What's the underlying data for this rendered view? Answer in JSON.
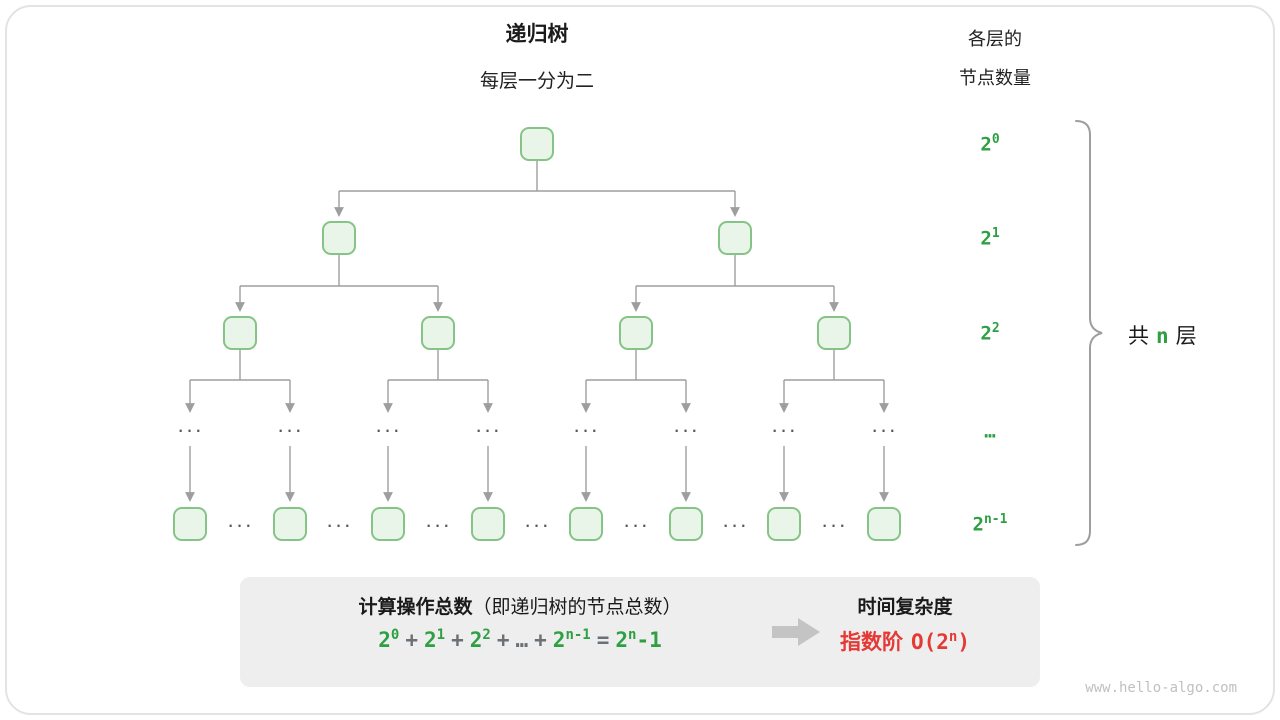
{
  "header": {
    "title": "递归树",
    "subtitle": "每层一分为二",
    "right_title_line1": "各层的",
    "right_title_line2": "节点数量"
  },
  "tree": {
    "ellipsis": "...",
    "level_labels": [
      {
        "base": "2",
        "sup": "0"
      },
      {
        "base": "2",
        "sup": "1"
      },
      {
        "base": "2",
        "sup": "2"
      },
      {
        "base": "…",
        "sup": ""
      },
      {
        "base": "2",
        "sup": "n-1"
      }
    ]
  },
  "brace_label": {
    "pre": "共",
    "n": "n",
    "post": "层"
  },
  "summary": {
    "calc_title_bold": "计算操作总数",
    "calc_title_paren": "（即递归树的节点总数）",
    "formula": {
      "tokens": [
        {
          "base": "2",
          "sup": "0"
        },
        {
          "base": "+"
        },
        {
          "base": "2",
          "sup": "1"
        },
        {
          "base": "+"
        },
        {
          "base": "2",
          "sup": "2"
        },
        {
          "base": "+"
        },
        {
          "base": "…"
        },
        {
          "base": "+"
        },
        {
          "base": "2",
          "sup": "n-1"
        },
        {
          "base": "="
        },
        {
          "base": "2",
          "sup": "n",
          "suffix": "-1"
        }
      ]
    },
    "complexity_title": "时间复杂度",
    "complexity_label": "指数阶",
    "big_o": {
      "pre": "O(2",
      "sup": "n",
      "post": ")"
    }
  },
  "watermark": "www.hello-algo.com",
  "colors": {
    "green_text": "#2EA043",
    "node_fill": "#EAF5EA",
    "node_border": "#86C386",
    "red_text": "#E53935",
    "line_gray": "#9E9E9E",
    "summary_bg": "#EEEEEE"
  }
}
